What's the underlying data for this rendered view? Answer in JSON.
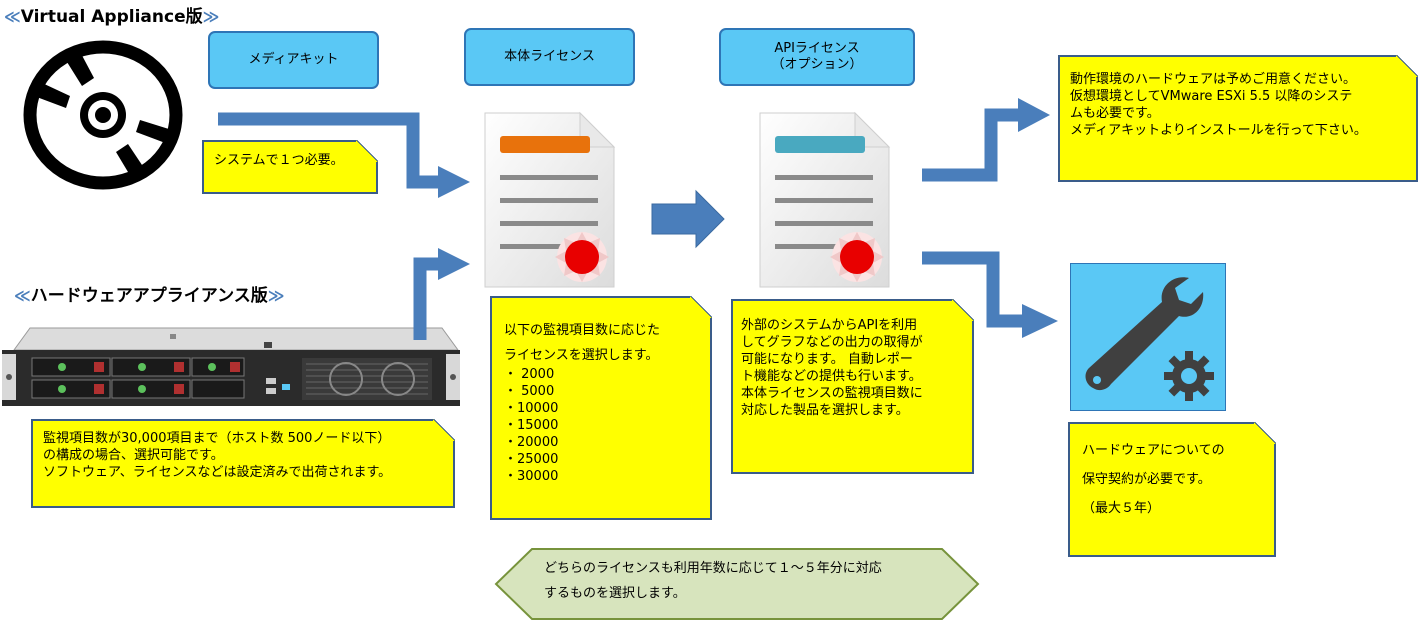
{
  "headings": {
    "virtual": "Virtual Appliance版",
    "hardware": "ハードウェアアプライアンス版"
  },
  "pills": {
    "media_kit": [
      "メディアキット"
    ],
    "main_license": [
      "本体ライセンス"
    ],
    "api_license": [
      "APIライセンス",
      "（オプション）"
    ]
  },
  "notes": {
    "system": [
      "システムで１つ必要。"
    ],
    "monitoring": [
      "監視項目数が30,000項目まで（ホスト数 500ノード以下）",
      "の構成の場合、選択可能です。",
      "ソフトウェア、ライセンスなどは設定済みで出荷されます。"
    ],
    "license_select": [
      "以下の監視項目数に応じた",
      "ライセンスを選択します。"
    ],
    "license_items": [
      "・  2000",
      "・  5000",
      "・10000",
      "・15000",
      "・20000",
      "・25000",
      "・30000"
    ],
    "api": [
      "外部のシステムからAPIを利用",
      "してグラフなどの出力の取得が",
      "可能になります。 自動レポー",
      "ト機能などの提供も行います。",
      "本体ライセンスの監視項目数に",
      "対応した製品を選択します。"
    ],
    "environment": [
      "動作環境のハードウェアは予めご用意ください。",
      "仮想環境としてVMware ESXi 5.5 以降のシステ",
      "ムも必要です。",
      "メディアキットよりインストールを行って下さい。"
    ],
    "maintenance": [
      "ハードウェアについての",
      "保守契約が必要です。",
      "（最大５年）"
    ]
  },
  "bottom_note": [
    "どちらのライセンスも利用年数に応じて１～５年分に対応",
    "するものを選択します。"
  ],
  "icons": {
    "disc": "cd-disc-icon",
    "server": "rack-server-icon",
    "main_doc": "license-document-icon",
    "api_doc": "license-document-icon",
    "tools": "wrench-gear-icon"
  },
  "colors": {
    "pill_fill": "#5ac8f5",
    "note_fill": "#ffff00",
    "arrow": "#4a7ebb",
    "tools_bg": "#5ac8f5",
    "bottom_fill": "#d7e4bd"
  }
}
